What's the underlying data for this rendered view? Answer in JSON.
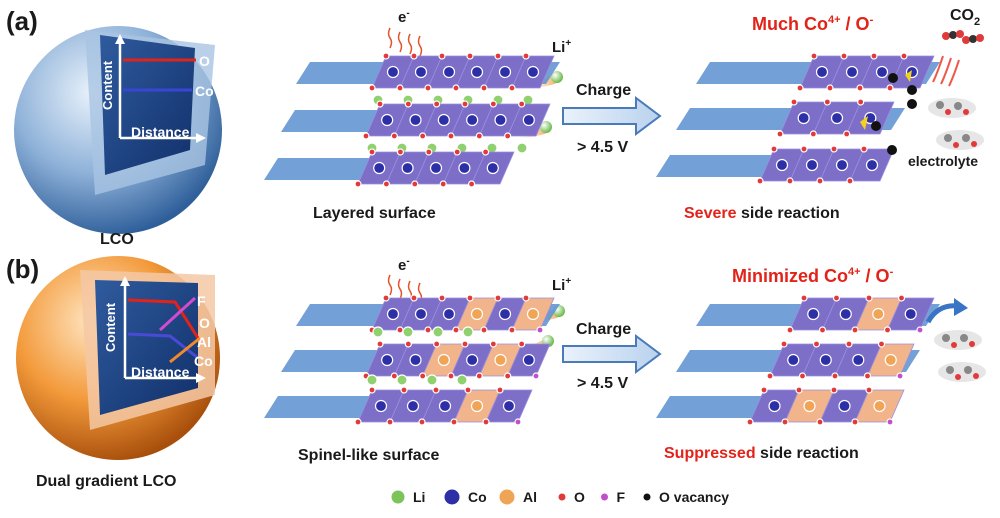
{
  "panel_a": {
    "tag": "(a)",
    "sphere_label": "LCO",
    "axis_y": "Content",
    "axis_x": "Distance",
    "curve_labels": [
      "O",
      "Co"
    ],
    "electron": "e",
    "electron_sup": "-",
    "li": "Li",
    "li_sup": "+",
    "charge": "Charge",
    "voltage": "> 4.5 V",
    "surface": "Layered surface",
    "top_pre": "Much Co",
    "top_sup1": "4+",
    "top_mid": " / O",
    "top_sup2": "-",
    "co2": "CO",
    "co2_sub": "2",
    "electrolyte": "electrolyte",
    "result_emph": "Severe",
    "result_rest": " side reaction"
  },
  "panel_b": {
    "tag": "(b)",
    "sphere_label": "Dual gradient LCO",
    "axis_y": "Content",
    "axis_x": "Distance",
    "curve_labels": [
      "F",
      "O",
      "Al",
      "Co"
    ],
    "electron": "e",
    "electron_sup": "-",
    "li": "Li",
    "li_sup": "+",
    "charge": "Charge",
    "voltage": "> 4.5 V",
    "surface": "Spinel-like surface",
    "top_pre": "Minimized Co",
    "top_sup1": "4+",
    "top_mid": " / O",
    "top_sup2": "-",
    "result_emph": "Suppressed",
    "result_rest": " side reaction"
  },
  "legend": {
    "items": [
      {
        "label": "Li",
        "color": "#7cc35a"
      },
      {
        "label": "Co",
        "color": "#2d2fa6"
      },
      {
        "label": "Al",
        "color": "#f0a455"
      },
      {
        "label": "O",
        "color": "#e03a3a"
      },
      {
        "label": "F",
        "color": "#c04fc9"
      },
      {
        "label": "O vacancy",
        "color": "#111111"
      }
    ]
  },
  "colors": {
    "slab_purple": "#7d6fc8",
    "slab_blue": "#5b8fcf",
    "spinel_orange": "#f2b48a",
    "accent_red": "#e2231a"
  }
}
